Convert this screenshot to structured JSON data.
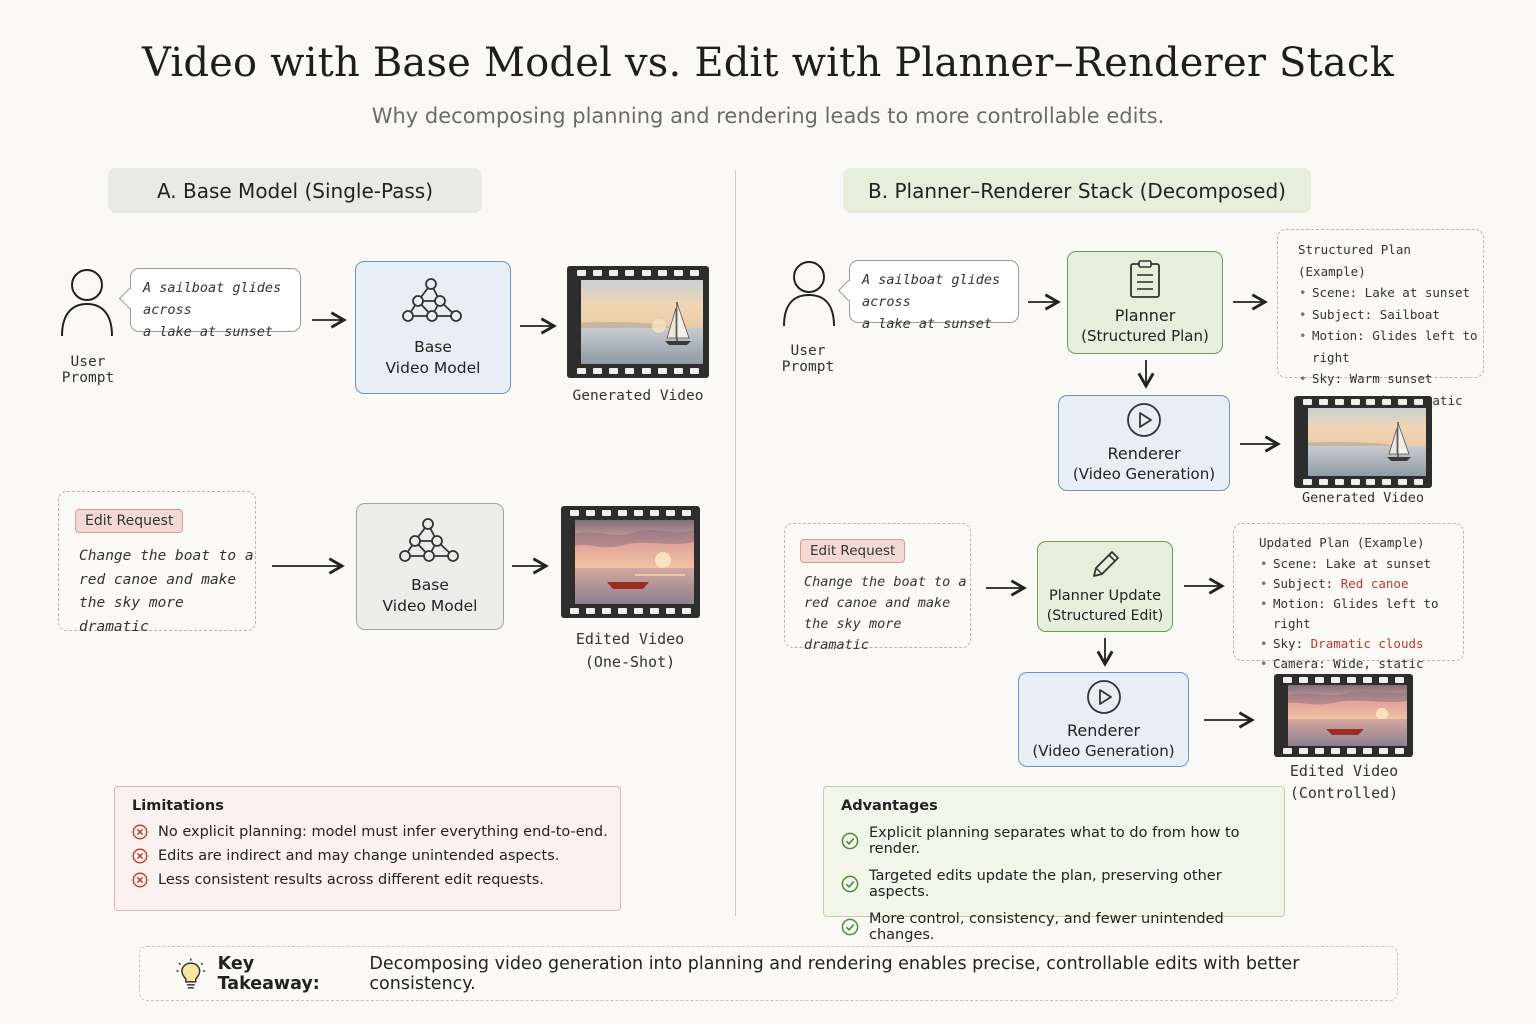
{
  "title": "Video with Base Model vs. Edit with Planner–Renderer Stack",
  "subtitle": "Why decomposing planning and rendering leads to more controllable edits.",
  "section_a": {
    "header": "A. Base Model (Single-Pass)",
    "user_prompt_label": "User Prompt",
    "prompt_line1": "A sailboat glides across",
    "prompt_line2": "a lake at sunset",
    "model_line1": "Base",
    "model_line2": "Video Model",
    "generated_video_label": "Generated Video",
    "edit_request_tag": "Edit Request",
    "edit_line1": "Change the boat to a",
    "edit_line2": "red canoe and make",
    "edit_line3": "the sky more dramatic",
    "model2_line1": "Base",
    "model2_line2": "Video Model",
    "edited_video_line1": "Edited Video",
    "edited_video_line2": "(One-Shot)",
    "limitations": {
      "title": "Limitations",
      "items": [
        "No explicit planning: model must infer everything end-to-end.",
        "Edits are indirect and may change unintended aspects.",
        "Less consistent results across different edit requests."
      ]
    }
  },
  "section_b": {
    "header": "B. Planner–Renderer Stack (Decomposed)",
    "user_prompt_label": "User Prompt",
    "prompt_line1": "A sailboat glides across",
    "prompt_line2": "a lake at sunset",
    "planner_title": "Planner",
    "planner_sub": "(Structured Plan)",
    "renderer_title": "Renderer",
    "renderer_sub": "(Video Generation)",
    "generated_video_label": "Generated Video",
    "structured_plan": {
      "title": "Structured Plan (Example)",
      "items": [
        "Scene: Lake at sunset",
        "Subject: Sailboat",
        "Motion: Glides left to right",
        "Sky: Warm sunset",
        "Camera: Wide, static"
      ]
    },
    "edit_request_tag": "Edit Request",
    "edit_line1": "Change the boat to a",
    "edit_line2": "red canoe and make",
    "edit_line3": "the sky more dramatic",
    "planner_update_title": "Planner Update",
    "planner_update_sub": "(Structured Edit)",
    "renderer2_title": "Renderer",
    "renderer2_sub": "(Video Generation)",
    "updated_plan": {
      "title": "Updated Plan (Example)",
      "scene_label": "Scene:",
      "scene_value": "Lake at sunset",
      "subject_label": "Subject:",
      "subject_value": "Red canoe",
      "motion_label": "Motion:",
      "motion_value": "Glides left to right",
      "sky_label": "Sky:",
      "sky_value": "Dramatic clouds",
      "camera_label": "Camera:",
      "camera_value": "Wide, static"
    },
    "edited_video_line1": "Edited Video",
    "edited_video_line2": "(Controlled)",
    "advantages": {
      "title": "Advantages",
      "items": [
        "Explicit planning separates what to do from how to render.",
        "Targeted edits update the plan, preserving other aspects.",
        "More control, consistency, and fewer unintended changes."
      ]
    }
  },
  "takeaway": {
    "label": "Key Takeaway:",
    "text": "Decomposing video generation into planning and rendering enables precise, controllable edits with better consistency."
  },
  "colors": {
    "blue_box": "#e8eef6",
    "green_box": "#e6efdc",
    "gray_box": "#ececeb",
    "limitation_red": "#c0362c",
    "advantage_green": "#4f8a3c"
  }
}
